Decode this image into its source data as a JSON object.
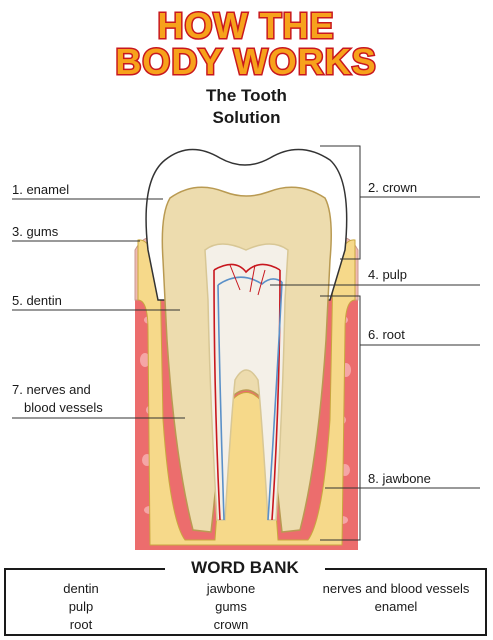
{
  "header": {
    "line1": "HOW THE",
    "line2": "BODY WORKS",
    "title": "The Tooth",
    "subtitle": "Solution"
  },
  "labels": [
    {
      "id": "enamel",
      "text": "1. enamel"
    },
    {
      "id": "gums",
      "text": "3. gums"
    },
    {
      "id": "dentin",
      "text": "5. dentin"
    },
    {
      "id": "nerves-line1",
      "text": "7. nerves and"
    },
    {
      "id": "nerves-line2",
      "text": "blood vessels"
    },
    {
      "id": "crown",
      "text": "2. crown"
    },
    {
      "id": "pulp",
      "text": "4. pulp"
    },
    {
      "id": "root",
      "text": "6. root"
    },
    {
      "id": "jawbone",
      "text": "8. jawbone"
    }
  ],
  "word_bank": {
    "title": "WORD BANK",
    "words": [
      "dentin",
      "jawbone",
      "nerves and blood vessels",
      "pulp",
      "gums",
      "enamel",
      "root",
      "crown"
    ]
  },
  "colors": {
    "title_fill": "#f7a21b",
    "title_stroke": "#c8171e",
    "enamel": "#ffffff",
    "dentin": "#eddcae",
    "pulp": "#f4f0e8",
    "gum": "#f0b9b3",
    "bone": "#ec6d6d",
    "nerve_red": "#c8171e",
    "nerve_blue": "#5a90c8"
  }
}
